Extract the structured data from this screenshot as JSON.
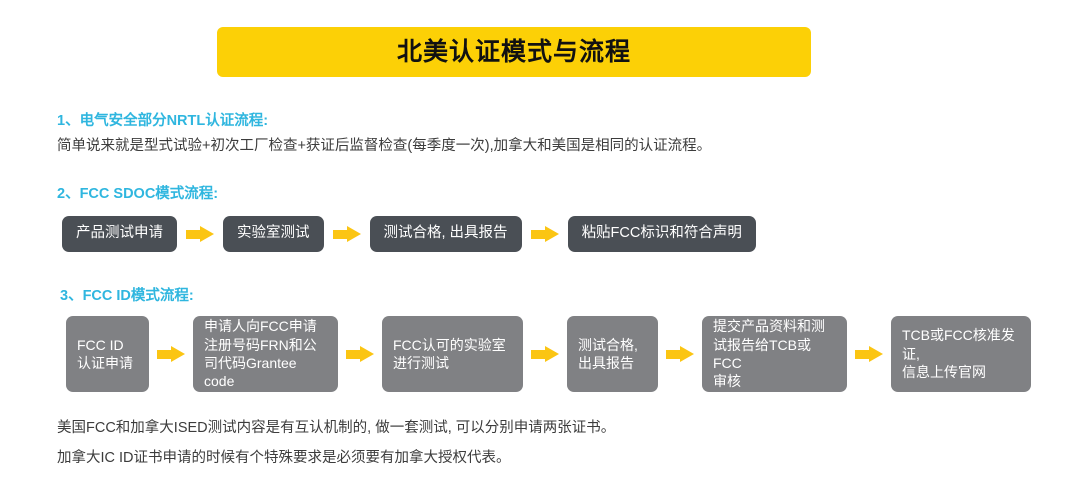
{
  "banner": {
    "title": "北美认证模式与流程",
    "background_color": "#FCD006",
    "text_color": "#111111"
  },
  "theme": {
    "heading_color": "#2FB6DF",
    "body_text_color": "#3c3c3c",
    "arrow_color": "#FBC513",
    "box_dark_color": "#4A4F55",
    "box_gray_color": "#808184"
  },
  "sections": {
    "section1": {
      "heading": "1、电气安全部分NRTL认证流程:",
      "body": "简单说来就是型式试验+初次工厂检查+获证后监督检查(每季度一次),加拿大和美国是相同的认证流程。"
    },
    "section2": {
      "heading": "2、FCC SDOC模式流程:",
      "steps": [
        {
          "label": "产品测试申请"
        },
        {
          "label": "实验室测试"
        },
        {
          "label": "测试合格, 出具报告"
        },
        {
          "label": "粘贴FCC标识和符合声明"
        }
      ]
    },
    "section3": {
      "heading": "3、FCC ID模式流程:",
      "steps": [
        {
          "label": "FCC ID\n认证申请"
        },
        {
          "label": "申请人向FCC申请\n注册号码FRN和公\n司代码Grantee code"
        },
        {
          "label": "FCC认可的实验室\n进行测试"
        },
        {
          "label": "测试合格,\n出具报告"
        },
        {
          "label": "提交产品资料和测\n试报告给TCB或FCC\n审核"
        },
        {
          "label": "TCB或FCC核准发证,\n信息上传官网"
        }
      ]
    }
  },
  "footer": {
    "line1": "美国FCC和加拿大ISED测试内容是有互认机制的, 做一套测试, 可以分别申请两张证书。",
    "line2": "加拿大IC ID证书申请的时候有个特殊要求是必须要有加拿大授权代表。"
  }
}
